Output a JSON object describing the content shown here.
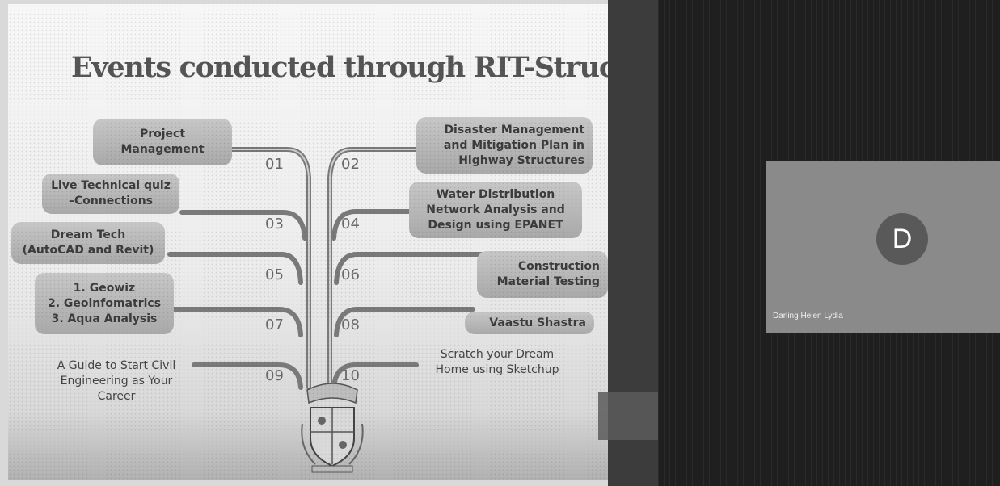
{
  "slide": {
    "title": "Events conducted through RIT-Structa",
    "events_left": [
      {
        "num": "01",
        "label": "Project\nManagement"
      },
      {
        "num": "03",
        "label": "Live Technical quiz\n–Connections"
      },
      {
        "num": "05",
        "label": "Dream Tech\n(AutoCAD and Revit)"
      },
      {
        "num": "07",
        "label": "1. Geowiz\n2. Geoinfomatrics\n3. Aqua Analysis"
      },
      {
        "num": "09",
        "label": "A Guide to Start Civil\nEngineering as Your\nCareer"
      }
    ],
    "events_right": [
      {
        "num": "02",
        "label": "Disaster Management\nand Mitigation Plan in\nHighway Structures"
      },
      {
        "num": "04",
        "label": "Water Distribution\nNetwork Analysis and\nDesign using EPANET"
      },
      {
        "num": "06",
        "label": "Construction\nMaterial Testing"
      },
      {
        "num": "08",
        "label": "Vaastu Shastra"
      },
      {
        "num": "10",
        "label": "Scratch your Dream\nHome using Sketchup"
      }
    ]
  },
  "meeting": {
    "participant_initial": "D",
    "participant_name": "Darling Helen Lydia"
  },
  "colors": {
    "slide_text": "#555555",
    "box_fill": "#b8b8b8",
    "avatar_bg": "#595959",
    "meeting_bg": "#1f1f1f"
  }
}
